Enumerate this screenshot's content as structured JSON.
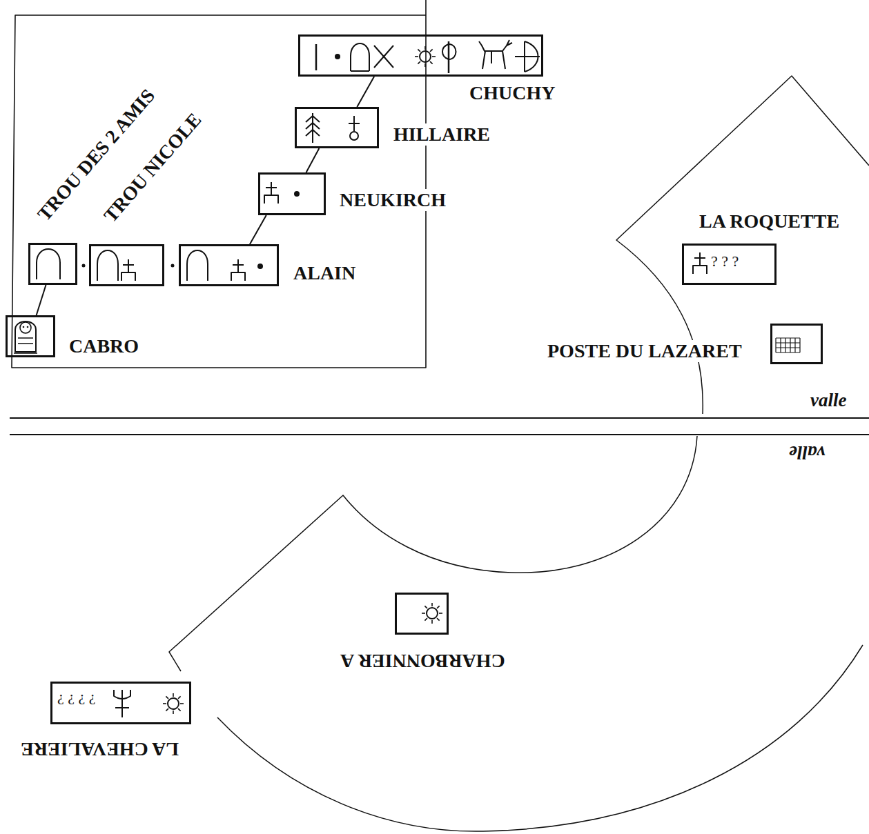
{
  "diagram": {
    "nodes": [
      {
        "text": [
          "CHUCHY"
        ]
      },
      {
        "text": [
          "HILLAIRE"
        ]
      },
      {
        "text": [
          "NEUKIRCH"
        ]
      },
      {
        "text": [
          "TROU DES 2 AMIS"
        ]
      },
      {
        "text": [
          "TROU NICOLE"
        ]
      },
      {
        "text": [
          "ALAIN"
        ]
      },
      {
        "text": [
          "CABRO"
        ]
      },
      {
        "text": [
          "LA ROQUETTE",
          "? ? ?"
        ]
      },
      {
        "text": [
          "POSTE DU LAZARET"
        ]
      },
      {
        "text": [
          "CHARBONNIER A"
        ]
      },
      {
        "text": [
          "LA CHEVALIERE",
          "? ? ? ?"
        ]
      }
    ],
    "edges": [
      {
        "from": 0,
        "to": 1,
        "arrow": "none"
      },
      {
        "from": 1,
        "to": 2,
        "arrow": "none"
      },
      {
        "from": 2,
        "to": 5,
        "arrow": "none"
      },
      {
        "from": 3,
        "to": 6,
        "arrow": "none"
      }
    ],
    "labels": [
      "valle",
      "valle"
    ]
  }
}
